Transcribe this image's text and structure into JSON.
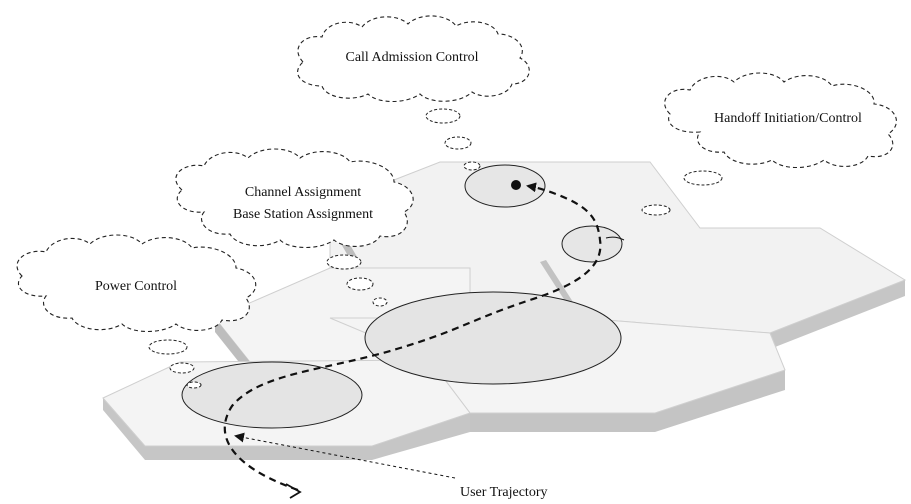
{
  "clouds": {
    "call_admission": "Call Admission Control",
    "handoff": "Handoff Initiation/Control",
    "channel_line1": "Channel Assignment",
    "channel_line2": "Base Station Assignment",
    "power": "Power Control"
  },
  "trajectory_label": "User Trajectory",
  "colors": {
    "platform_top": "#f3f3f3",
    "platform_side": "#c9c9c9",
    "ellipse_fill": "#e2e2e2",
    "stroke": "#222222"
  }
}
